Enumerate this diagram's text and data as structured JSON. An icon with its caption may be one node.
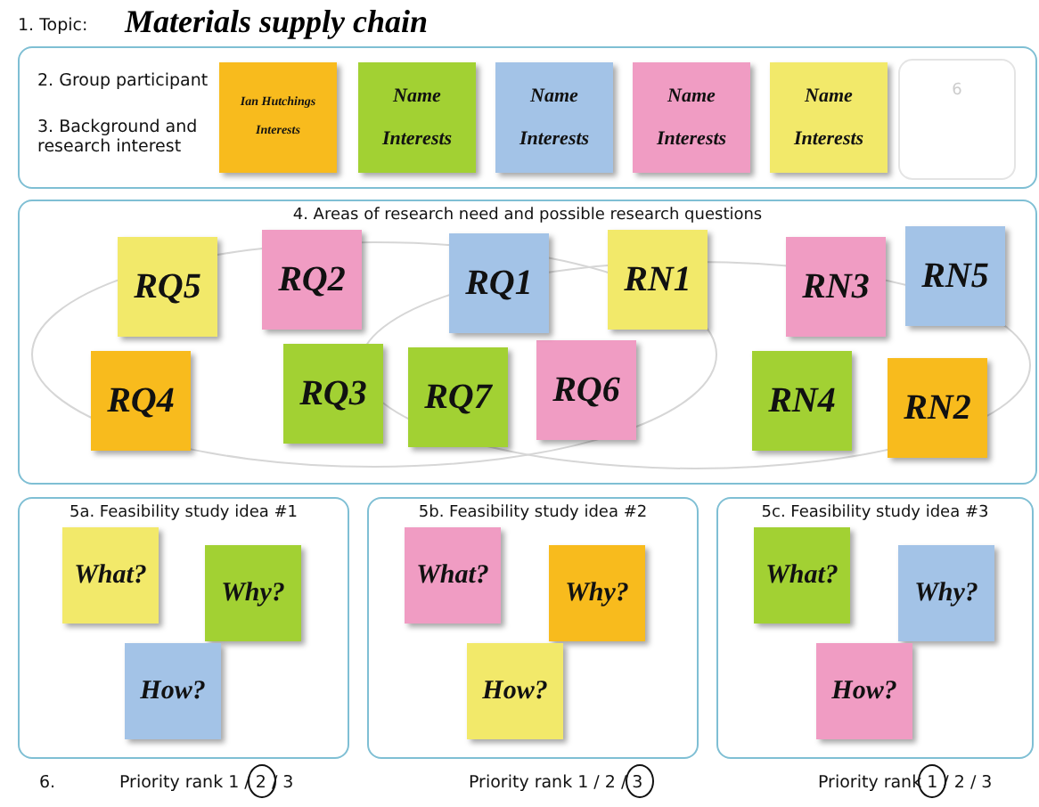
{
  "diagram": {
    "title": "Materials supply chain",
    "nodes": [
      {
        "text": [
          "2. Group participant",
          "3. Background and research interest"
        ]
      },
      {
        "text": [
          "Ian Hutchings",
          "Interests"
        ],
        "in": 0
      },
      {
        "text": [
          "Name",
          "Interests"
        ],
        "in": 0
      },
      {
        "text": [
          "Name",
          "Interests"
        ],
        "in": 0
      },
      {
        "text": [
          "Name",
          "Interests"
        ],
        "in": 0
      },
      {
        "text": [
          "Name",
          "Interests"
        ],
        "in": 0
      },
      {
        "text": [
          "6"
        ],
        "in": 0
      },
      {
        "text": [
          "4. Areas of research need and possible research questions"
        ]
      },
      {
        "text": [
          "RQ5"
        ],
        "in": 7
      },
      {
        "text": [
          "RQ2"
        ],
        "in": 7
      },
      {
        "text": [
          "RQ1"
        ],
        "in": 7
      },
      {
        "text": [
          "RN1"
        ],
        "in": 7
      },
      {
        "text": [
          "RN3"
        ],
        "in": 7
      },
      {
        "text": [
          "RN5"
        ],
        "in": 7
      },
      {
        "text": [
          "RQ4"
        ],
        "in": 7
      },
      {
        "text": [
          "RQ3"
        ],
        "in": 7
      },
      {
        "text": [
          "RQ7"
        ],
        "in": 7
      },
      {
        "text": [
          "RQ6"
        ],
        "in": 7
      },
      {
        "text": [
          "RN4"
        ],
        "in": 7
      },
      {
        "text": [
          "RN2"
        ],
        "in": 7
      },
      {
        "text": [
          "5a. Feasibility study idea #1"
        ]
      },
      {
        "text": [
          "What?"
        ],
        "in": 20
      },
      {
        "text": [
          "Why?"
        ],
        "in": 20
      },
      {
        "text": [
          "How?"
        ],
        "in": 20
      },
      {
        "text": [
          "5b. Feasibility study idea #2"
        ]
      },
      {
        "text": [
          "What?"
        ],
        "in": 24
      },
      {
        "text": [
          "Why?"
        ],
        "in": 24
      },
      {
        "text": [
          "How?"
        ],
        "in": 24
      },
      {
        "text": [
          "5c. Feasibility study idea #3"
        ]
      },
      {
        "text": [
          "What?"
        ],
        "in": 28
      },
      {
        "text": [
          "Why?"
        ],
        "in": 28
      },
      {
        "text": [
          "How?"
        ],
        "in": 28
      }
    ],
    "labels": [
      "1. Topic:",
      "6.",
      "Priority rank 1 / 2 / 3",
      "Priority rank 1 / 2 / 3",
      "Priority rank 1 / 2 / 3"
    ]
  }
}
